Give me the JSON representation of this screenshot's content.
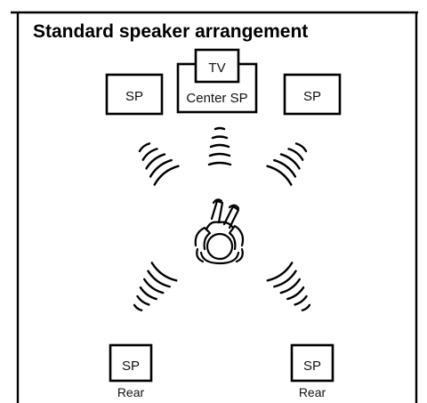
{
  "title": "Standard speaker arrangement",
  "speakers": {
    "front_left": {
      "label": "SP"
    },
    "center_tv": {
      "label": "TV"
    },
    "center": {
      "label": "Center SP"
    },
    "front_right": {
      "label": "SP"
    },
    "rear_left": {
      "label": "SP",
      "caption": "Rear"
    },
    "rear_right": {
      "label": "SP",
      "caption": "Rear"
    }
  },
  "icons": {
    "listener": "listener-icon",
    "sound_waves": "sound-wave-icon"
  }
}
